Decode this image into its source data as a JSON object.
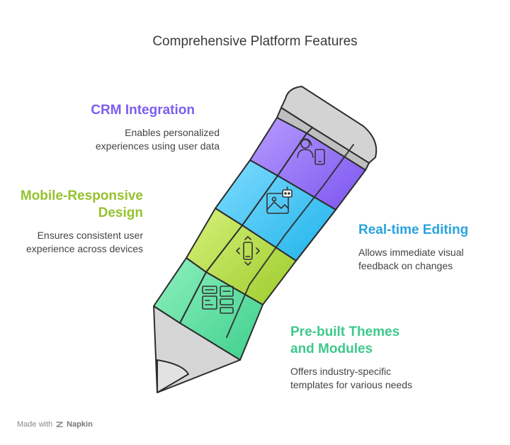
{
  "title": "Comprehensive Platform Features",
  "features": [
    {
      "heading": "CRM Integration",
      "desc_lines": [
        "Enables personalized",
        "experiences using user data"
      ],
      "color": "#7b5ff0",
      "icon": "user-phone-icon"
    },
    {
      "heading_lines": [
        "Mobile-Responsive",
        "Design"
      ],
      "desc_lines": [
        "Ensures consistent user",
        "experience across devices"
      ],
      "color": "#95c22e",
      "icon": "responsive-phone-icon"
    },
    {
      "heading": "Real-time Editing",
      "desc_lines": [
        "Allows immediate visual",
        "feedback on changes"
      ],
      "color": "#2aa4df",
      "icon": "image-ai-icon"
    },
    {
      "heading_lines": [
        "Pre-built Themes",
        "and Modules"
      ],
      "desc_lines": [
        "Offers industry-specific",
        "templates for various needs"
      ],
      "color": "#3ec98a",
      "icon": "layout-modules-icon"
    }
  ],
  "footer": {
    "made_with": "Made with",
    "brand": "Napkin"
  }
}
